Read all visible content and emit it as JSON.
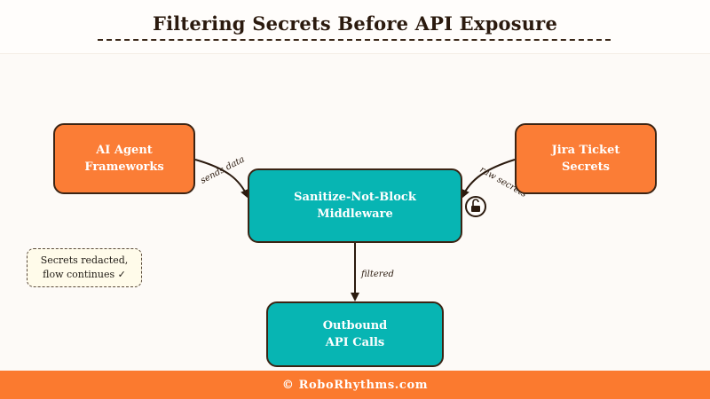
{
  "header": {
    "title": "Filtering Secrets Before API Exposure"
  },
  "nodes": {
    "ai_agent": "AI Agent\nFrameworks",
    "jira": "Jira Ticket\nSecrets",
    "middleware": "Sanitize-Not-Block\nMiddleware",
    "outbound": "Outbound\nAPI Calls"
  },
  "edges": {
    "sends_data": "sends data",
    "raw_secrets": "raw secrets",
    "filtered": "filtered"
  },
  "note": {
    "text": "Secrets redacted,\nflow continues ✓"
  },
  "icons": {
    "middleware_badge": "unlock-icon"
  },
  "colors": {
    "source_fill": "#fb7d36",
    "process_fill": "#07b5b3",
    "border": "#3b2414",
    "footer": "#fb7a2f"
  },
  "footer": {
    "text": "© RoboRhythms.com"
  }
}
